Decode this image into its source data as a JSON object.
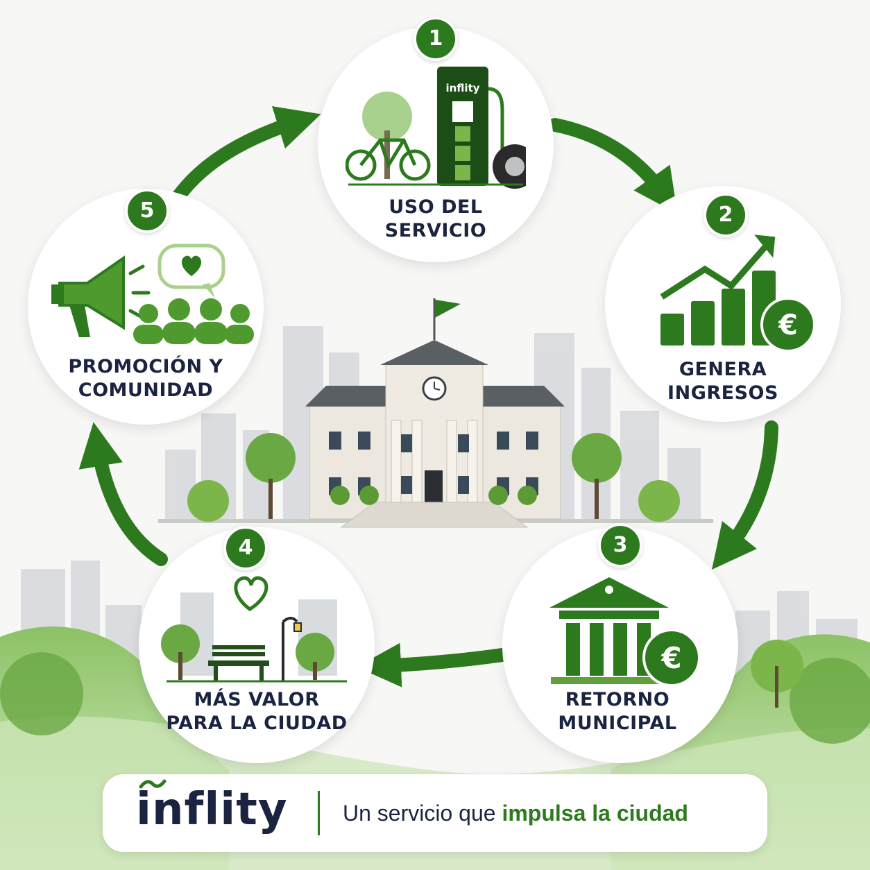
{
  "steps": [
    {
      "number": "1",
      "label_line1": "USO DEL",
      "label_line2": "SERVICIO",
      "icon": "charging-station-icon",
      "charger_brand": "inflity"
    },
    {
      "number": "2",
      "label_line1": "GENERA",
      "label_line2": "INGRESOS",
      "icon": "growth-chart-euro-icon",
      "currency_symbol": "€"
    },
    {
      "number": "3",
      "label_line1": "RETORNO",
      "label_line2": "MUNICIPAL",
      "icon": "bank-euro-icon",
      "currency_symbol": "€"
    },
    {
      "number": "4",
      "label_line1": "MÁS VALOR",
      "label_line2": "PARA LA CIUDAD",
      "icon": "park-bench-heart-icon"
    },
    {
      "number": "5",
      "label_line1": "PROMOCIÓN Y",
      "label_line2": "COMUNIDAD",
      "icon": "megaphone-community-icon"
    }
  ],
  "center_icon": "city-hall-icon",
  "footer": {
    "brand": "inflity",
    "tagline_prefix": "Un servicio que ",
    "tagline_highlight": "impulsa la ciudad"
  },
  "colors": {
    "primary_green": "#2c7a1d",
    "light_green": "#7cb54a",
    "pale_green": "#a9d18e",
    "navy_text": "#1a2440",
    "building_stone": "#ece8df",
    "skyline_gray": "#c9ccd0"
  }
}
